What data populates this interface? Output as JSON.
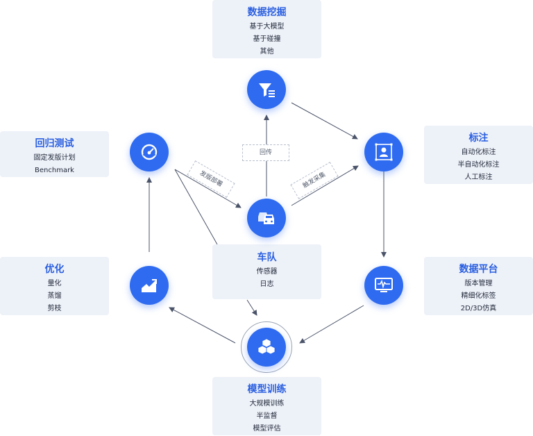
{
  "cards": {
    "mining": {
      "title": "数据挖掘",
      "items": [
        "基于大模型",
        "基于碰撞",
        "其他"
      ]
    },
    "annotation": {
      "title": "标注",
      "items": [
        "自动化标注",
        "半自动化标注",
        "人工标注"
      ]
    },
    "platform": {
      "title": "数据平台",
      "items": [
        "版本管理",
        "精细化标签",
        "2D/3D仿真"
      ]
    },
    "training": {
      "title": "模型训练",
      "items": [
        "大规模训练",
        "半监督",
        "模型评估"
      ]
    },
    "fleet": {
      "title": "车队",
      "items": [
        "传感器",
        "日志"
      ]
    },
    "optimize": {
      "title": "优化",
      "items": [
        "量化",
        "蒸馏",
        "剪枝"
      ]
    },
    "regression": {
      "title": "回归测试",
      "items": [
        "固定发版计划",
        "Benchmark"
      ]
    }
  },
  "edge_labels": {
    "return": "回传",
    "release": "发版部署",
    "trigger": "触发采集"
  },
  "icons": {
    "mining": "funnel-list-icon",
    "annotation": "person-bounding-box-icon",
    "platform": "monitor-waveform-icon",
    "training": "cubes-icon",
    "fleet": "cars-icon",
    "optimize": "trend-chart-icon",
    "regression": "speedometer-icon"
  },
  "colors": {
    "accent": "#2f6bf0",
    "title": "#2a5fe0",
    "card_bg": "#edf1f8",
    "arrow": "#4a5368"
  }
}
